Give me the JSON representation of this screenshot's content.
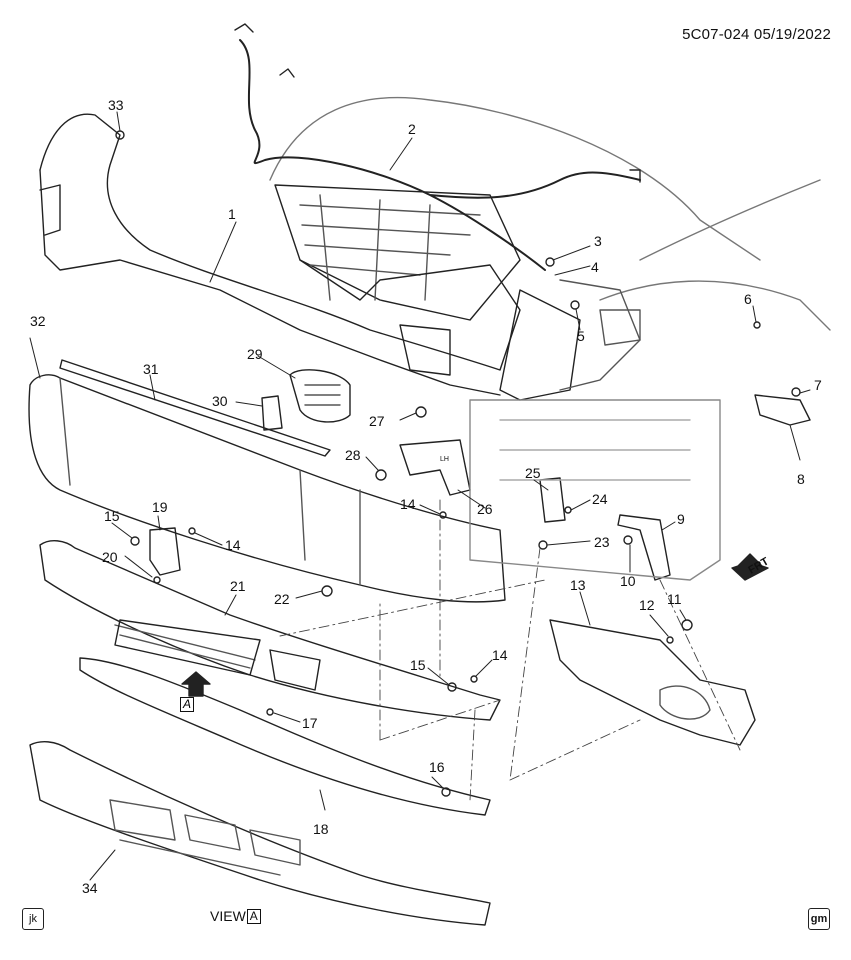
{
  "header": {
    "code": "5C07-024 05/19/2022"
  },
  "corner_left": "jk",
  "corner_right": "gm",
  "view_label": {
    "text": "VIEW",
    "box": "A"
  },
  "arrow_box": "A",
  "frt_label": "FRT",
  "lh_label": "LH",
  "callouts": {
    "c1": "1",
    "c2": "2",
    "c3": "3",
    "c4": "4",
    "c5": "5",
    "c6": "6",
    "c7": "7",
    "c8": "8",
    "c9": "9",
    "c10": "10",
    "c11": "11",
    "c12": "12",
    "c13": "13",
    "c14a": "14",
    "c14b": "14",
    "c14c": "14",
    "c15a": "15",
    "c15b": "15",
    "c16": "16",
    "c17": "17",
    "c18": "18",
    "c19": "19",
    "c20": "20",
    "c21": "21",
    "c22": "22",
    "c23": "23",
    "c24": "24",
    "c25": "25",
    "c26": "26",
    "c27": "27",
    "c28": "28",
    "c29": "29",
    "c30": "30",
    "c31": "31",
    "c32": "32",
    "c33": "33",
    "c34": "34"
  }
}
